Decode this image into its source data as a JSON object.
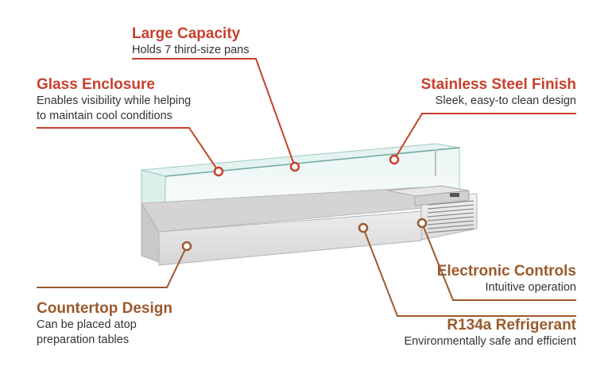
{
  "colors": {
    "accent_red": "#c8402c",
    "accent_brown": "#9a5a2c",
    "text": "#333333"
  },
  "features": [
    {
      "id": "large-capacity",
      "title": "Large Capacity",
      "desc": [
        "Holds 7 third-size pans"
      ],
      "color": "red"
    },
    {
      "id": "glass-enclosure",
      "title": "Glass Enclosure",
      "desc": [
        "Enables visibility while helping",
        "to maintain cool conditions"
      ],
      "color": "red"
    },
    {
      "id": "stainless-steel-finish",
      "title": "Stainless Steel Finish",
      "desc": [
        "Sleek, easy-to clean design"
      ],
      "color": "red"
    },
    {
      "id": "electronic-controls",
      "title": "Electronic Controls",
      "desc": [
        "Intuitive operation"
      ],
      "color": "brown"
    },
    {
      "id": "countertop-design",
      "title": "Countertop Design",
      "desc": [
        "Can be placed atop",
        "preparation tables"
      ],
      "color": "brown"
    },
    {
      "id": "r134a-refrigerant",
      "title": "R134a Refrigerant",
      "desc": [
        "Environmentally safe and efficient"
      ],
      "color": "brown"
    }
  ]
}
